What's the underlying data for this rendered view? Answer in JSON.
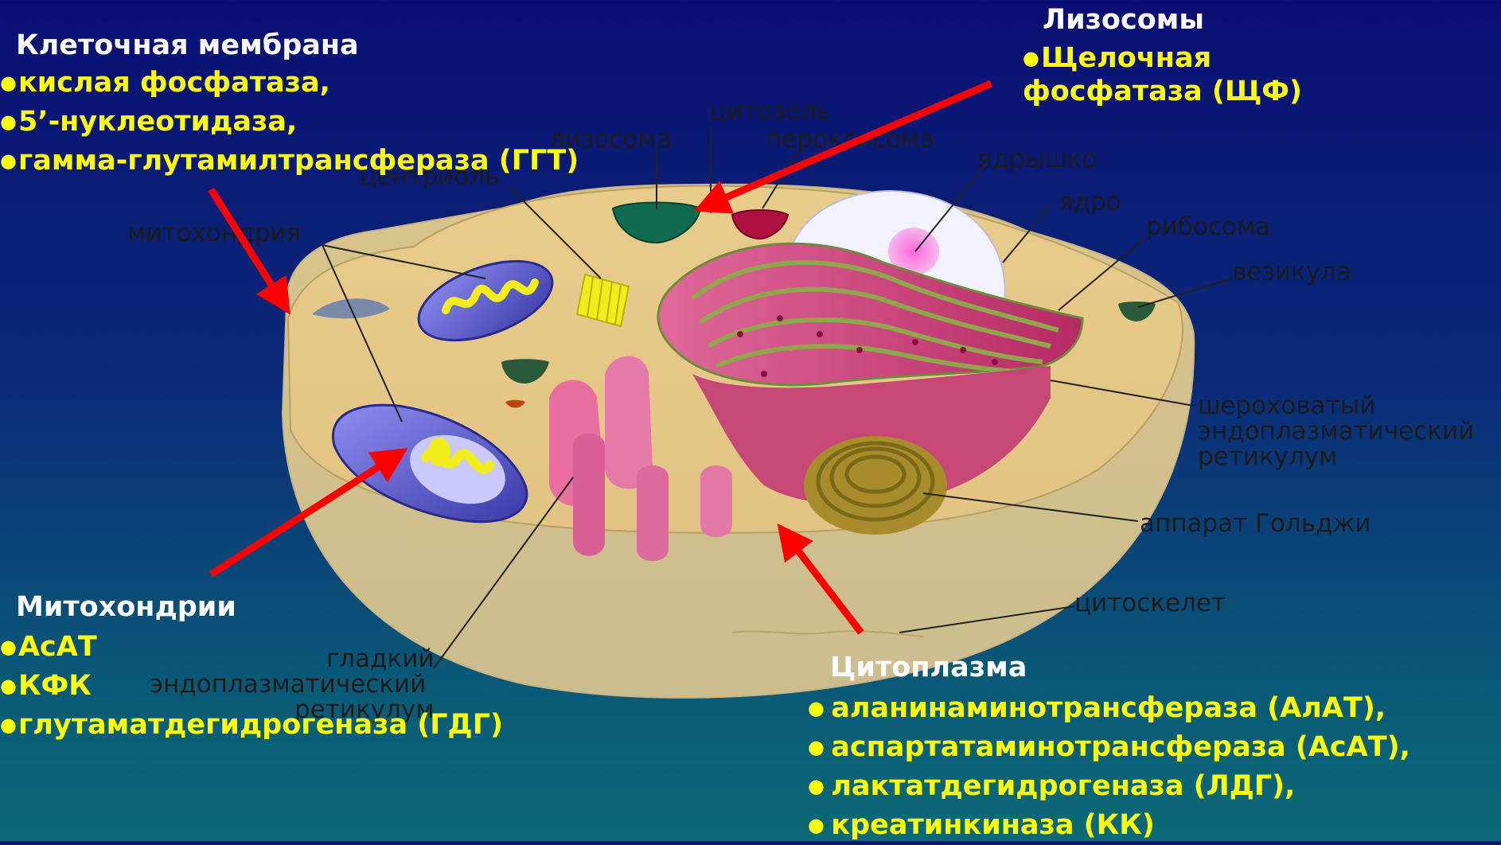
{
  "cell_labels": {
    "cytosol": "цитозоль",
    "lysosome": "лизосома",
    "peroxisome": "пероксисома",
    "centriole": "центриоль",
    "nucleolus": "ядрышко",
    "nucleus": "ядро",
    "ribosome": "рибосома",
    "mitochondrion": "митохондрия",
    "vesicle": "везикула",
    "rough_er": [
      "шероховатый",
      "эндоплазматический",
      "ретикулум"
    ],
    "golgi": "аппарат Гольджи",
    "cytoskeleton": "цитоскелет",
    "smooth_er": [
      "гладкий",
      "эндоплазматический",
      "ретикулум"
    ]
  },
  "groups": {
    "membrane": {
      "title": "Клеточная мембрана",
      "items": [
        "кислая фосфатаза,",
        "5’-нуклеотидаза,",
        "гамма-глутамилтрансфераза (ГГТ)"
      ]
    },
    "lysosomes": {
      "title": "Лизосомы",
      "items": [
        "Щелочная фосфатаза (ЩФ)"
      ]
    },
    "mitochondria": {
      "title": "Митохондрии",
      "items": [
        "АсАТ",
        "КФК",
        "глутаматдегидрогеназа (ГДГ)"
      ]
    },
    "cytoplasm": {
      "title": "Цитоплазма",
      "items": [
        "аланинаминотрансфераза (АлАТ),",
        "аспартатаминотрансфераза (АсАТ),",
        "лактатдегидрогеназа (ЛДГ),",
        "креатинкиназа (КК)"
      ]
    }
  },
  "colors": {
    "background_top": "#0a0f73",
    "background_bottom": "#0a6a75",
    "group_title": "#ffffff",
    "group_items": "#ffff00",
    "arrow": "#ff0000",
    "cytoplasm": "#e8c98a",
    "rough_er": "#c8336e",
    "mitochondrion": "#5a5acf",
    "centriole": "#f2ec1a",
    "lysosome": "#0e6b52",
    "peroxisome": "#b01040",
    "golgi": "#a88c2c"
  }
}
